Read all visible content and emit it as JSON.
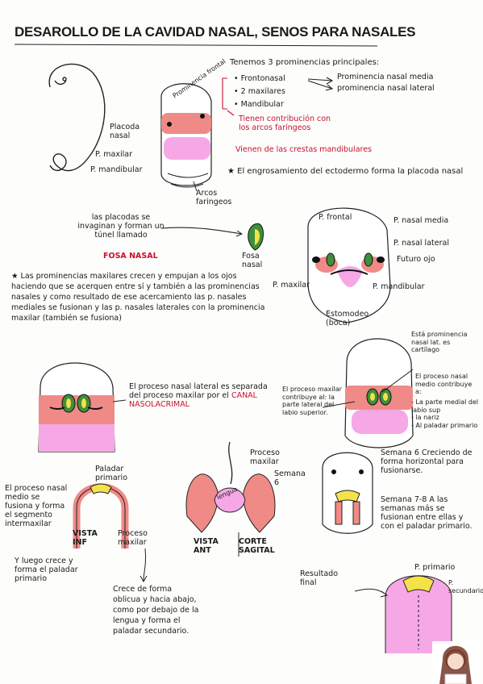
{
  "title": "DESAROLLO DE LA CAVIDAD NASAL, SENOS PARA NASALES",
  "s1": {
    "lbl_prom_frontal": "Prominencia frontal",
    "lbl_placoda": "Placoda nasal",
    "lbl_pmaxilar": "P. maxilar",
    "lbl_pmandibular": "P. mandibular",
    "lbl_arcos": "Arcos faringeos",
    "intro": "Tenemos 3 prominencias principales:",
    "item1": "Frontonasal",
    "item2": "2 maxilares",
    "item3": "Mandibular",
    "out1": "Prominencia nasal media",
    "out2": "prominencia nasal lateral",
    "contrib": "Tienen contribución con los arcos faríngeos",
    "vienen": "Vienen de las crestas mandibulares",
    "note": "El engrosamiento del ectodermo forma la placoda nasal"
  },
  "s2": {
    "invag": "las placodas se invaginan y forman un túnel llamado",
    "fosa": "FOSA NASAL",
    "fosa_lbl": "Fosa nasal",
    "pfrontal": "P. frontal",
    "pnm": "P. nasal media",
    "pnl": "P. nasal lateral",
    "futuro_ojo": "Futuro ojo",
    "pmaxilar": "P. maxilar",
    "pmand": "P. mandibular",
    "estomodeo": "Estomodeo (boca)",
    "para": "Las prominencias maxilares crecen y empujan a los ojos haciendo que se acerquen entre sí y también a las prominencias nasales y como resultado de ese acercamiento las p. nasales mediales se fusionan y las p. nasales laterales con la prominencia maxilar (también se fusiona)"
  },
  "s3": {
    "txt1": "El proceso nasal lateral es separada del proceso maxilar por el",
    "canal": "CANAL NASOLACRIMAL",
    "proceso_maxilar": "El proceso maxilar contribuye al: la parte lateral del labio superior.",
    "esta_prom": "Está prominencia nasal lat. es cartílago",
    "proceso_medio": "El proceso nasal medio contribuye a:",
    "pm_items": "- La parte medial del labio sup\n- la nariz\n- Al paladar primario"
  },
  "s4": {
    "paladar_primario": "Paladar primario",
    "proc_nasal": "El proceso nasal medio se fusiona y forma el segmento intermaxilar",
    "vista_inf": "VISTA INF",
    "proceso_maxilar": "Proceso maxilar",
    "luego": "Y luego crece y forma el paladar primario",
    "crece": "Crece de forma oblicua y hacia abajo, como por debajo de la lengua y forma el paladar secundario.",
    "proc_max2": "Proceso maxilar",
    "semana6_a": "Semana 6",
    "lengua": "lengua",
    "vista_ant": "VISTA ANT",
    "corte": "CORTE SAGITAL",
    "semana6_b": "Semana 6 Creciendo de forma horizontal para fusionarse.",
    "semana78": "Semana 7-8 A las semanas más se fusionan entre ellas y con el paladar primario.",
    "resultado": "Resultado final",
    "pprimario": "P. primario",
    "psecundario": "P. secundario"
  },
  "colors": {
    "red": "#c8102e",
    "pink": "#f08a86",
    "magenta": "#f6a8e6",
    "yellow": "#f4e24a",
    "green": "#3f8f3a"
  }
}
